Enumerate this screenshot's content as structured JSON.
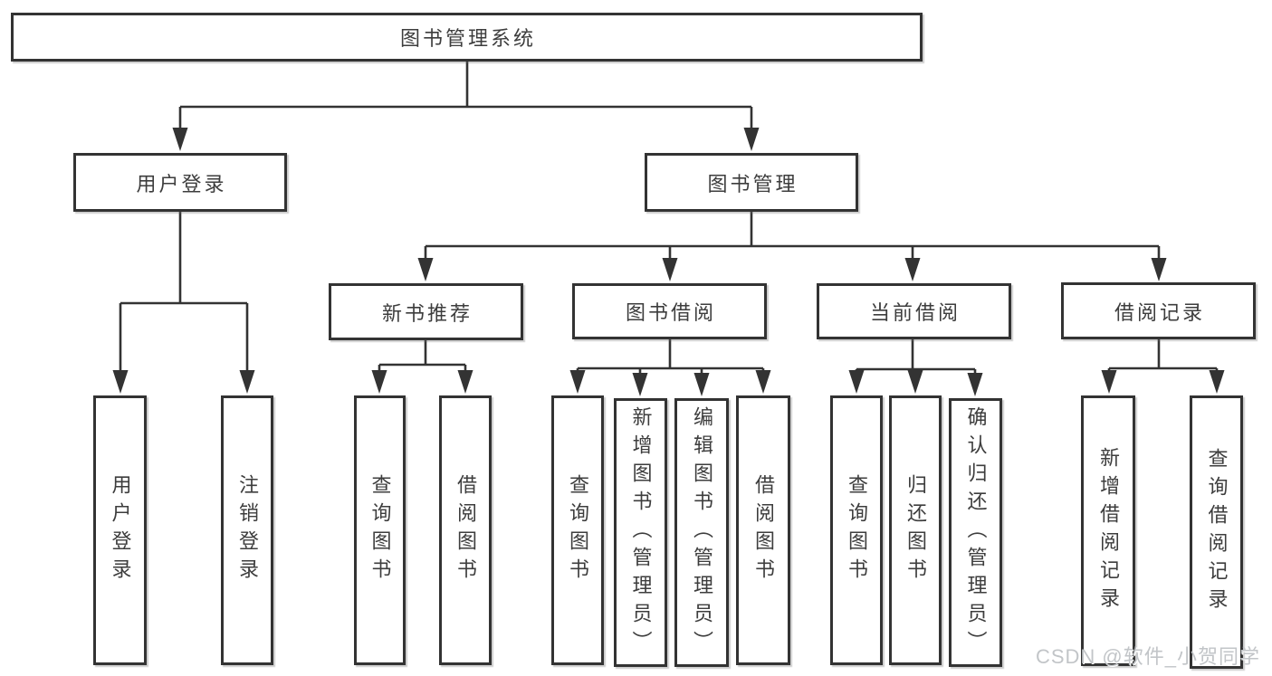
{
  "tree": {
    "root": "图书管理系统",
    "branches": [
      {
        "label": "用户登录",
        "children": [
          "用户登录",
          "注销登录"
        ]
      },
      {
        "label": "图书管理",
        "children": [
          {
            "label": "新书推荐",
            "children": [
              "查询图书",
              "借阅图书"
            ]
          },
          {
            "label": "图书借阅",
            "children": [
              "查询图书",
              "新增图书（管理员）",
              "编辑图书（管理员）",
              "借阅图书"
            ]
          },
          {
            "label": "当前借阅",
            "children": [
              "查询图书",
              "归还图书",
              "确认归还（管理员）"
            ]
          },
          {
            "label": "借阅记录",
            "children": [
              "新增借阅记录",
              "查询借阅记录"
            ]
          }
        ]
      }
    ]
  },
  "watermark": {
    "text": "CSDN @软件_小贺同学"
  },
  "colors": {
    "line": "#333333",
    "text": "#3d3d3d",
    "background": "#ffffff",
    "watermark": "#c2c5c8"
  }
}
